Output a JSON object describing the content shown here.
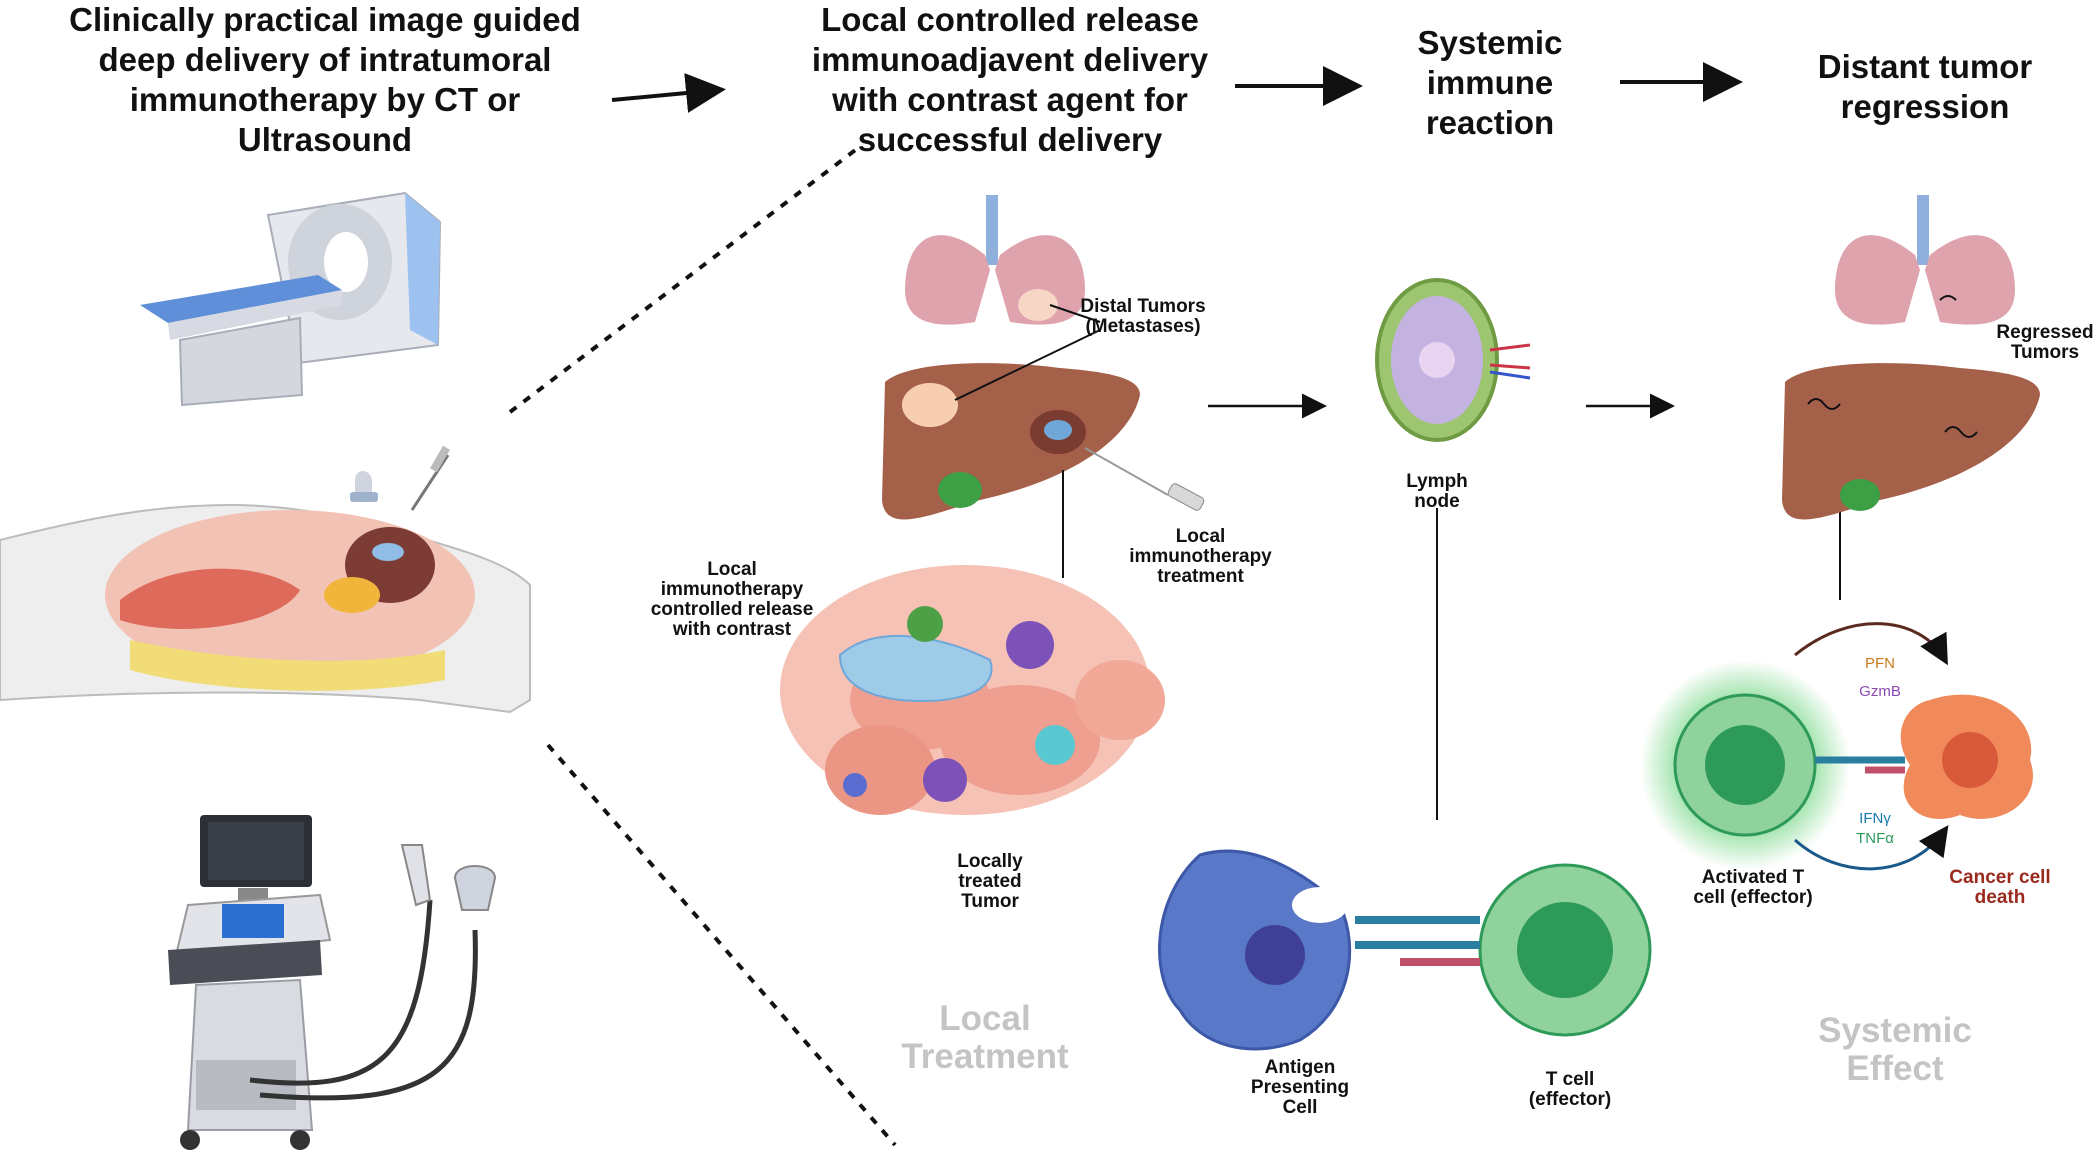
{
  "headings": {
    "step1": "Clinically practical image guided deep delivery of intratumoral immunotherapy by CT or Ultrasound",
    "step2": "Local controlled release immunoadjavent delivery with contrast agent for successful delivery",
    "step3": "Systemic immune reaction",
    "step4": "Distant tumor regression"
  },
  "labels": {
    "distal_tumors": "Distal Tumors (Metastases)",
    "local_treatment_needle": "Local immunotherapy treatment",
    "controlled_release": "Local immunotherapy controlled release with contrast",
    "locally_treated": "Locally treated Tumor",
    "lymph_node": "Lymph node",
    "apc": "Antigen Presenting Cell",
    "t_cell": "T cell (effector)",
    "regressed": "Regressed Tumors",
    "activated_t": "Activated T cell (effector)",
    "cancer_death": "Cancer cell death",
    "pfn": "PFN",
    "gzmb": "GzmB",
    "ifng": "IFNγ",
    "tnfa": "TNFα"
  },
  "sections": {
    "local": "Local Treatment",
    "systemic": "Systemic Effect"
  },
  "colors": {
    "liver": "#a5604a",
    "lung": "#e0a5ad",
    "tcell": "#2e9a5a",
    "apc": "#5a78c8",
    "cancer": "#f08a5a",
    "section_grey": "#c4c4c4",
    "death_red": "#9b2a1e"
  }
}
